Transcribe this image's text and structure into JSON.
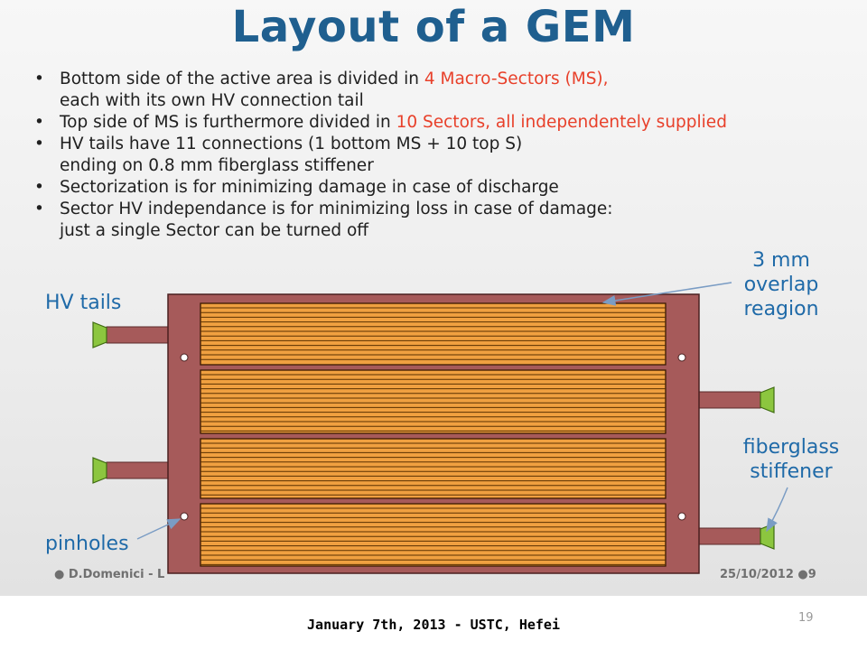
{
  "slide": {
    "title": "Layout of a GEM",
    "bullets": [
      {
        "lines": [
          [
            {
              "t": "Bottom side of the active area is divided in "
            },
            {
              "t": "4 Macro-Sectors (MS),",
              "red": true
            }
          ],
          [
            {
              "t": "each with its own HV connection tail"
            }
          ]
        ]
      },
      {
        "lines": [
          [
            {
              "t": "Top side of MS is furthermore divided in "
            },
            {
              "t": "10 Sectors, all independentely supplied",
              "red": true
            }
          ]
        ]
      },
      {
        "lines": [
          [
            {
              "t": "HV tails have 11 connections (1 bottom MS + 10 top S)"
            }
          ],
          [
            {
              "t": "ending on 0.8 mm fiberglass stiffener"
            }
          ]
        ]
      },
      {
        "lines": [
          [
            {
              "t": "Sectorization is for minimizing damage in case of discharge"
            }
          ]
        ]
      },
      {
        "lines": [
          [
            {
              "t": "Sector HV independance is for minimizing loss in case of damage:"
            }
          ],
          [
            {
              "t": "just a single Sector can be turned off"
            }
          ]
        ]
      }
    ],
    "bullet_symbol": "•",
    "labels": {
      "hv_tails": "HV tails",
      "overlap_line1": "3 mm",
      "overlap_line2": "overlap",
      "overlap_line3": "reagion",
      "stiffener_line1": "fiberglass",
      "stiffener_line2": "stiffener",
      "pinholes": "pinholes"
    },
    "inner_footer_left": "● D.Domenici - L",
    "inner_footer_right": "25/10/2012 ●9",
    "colors": {
      "title": "#1f5f8f",
      "highlight": "#e8402a",
      "frame": "#a65a5a",
      "sector": "#f0a040",
      "strip_line": "#5a3000",
      "stiffener": "#8cc63f",
      "label": "#1f6aa8"
    }
  },
  "footer": {
    "text": "January 7th, 2013 - USTC,  Hefei",
    "page_number": "19"
  }
}
